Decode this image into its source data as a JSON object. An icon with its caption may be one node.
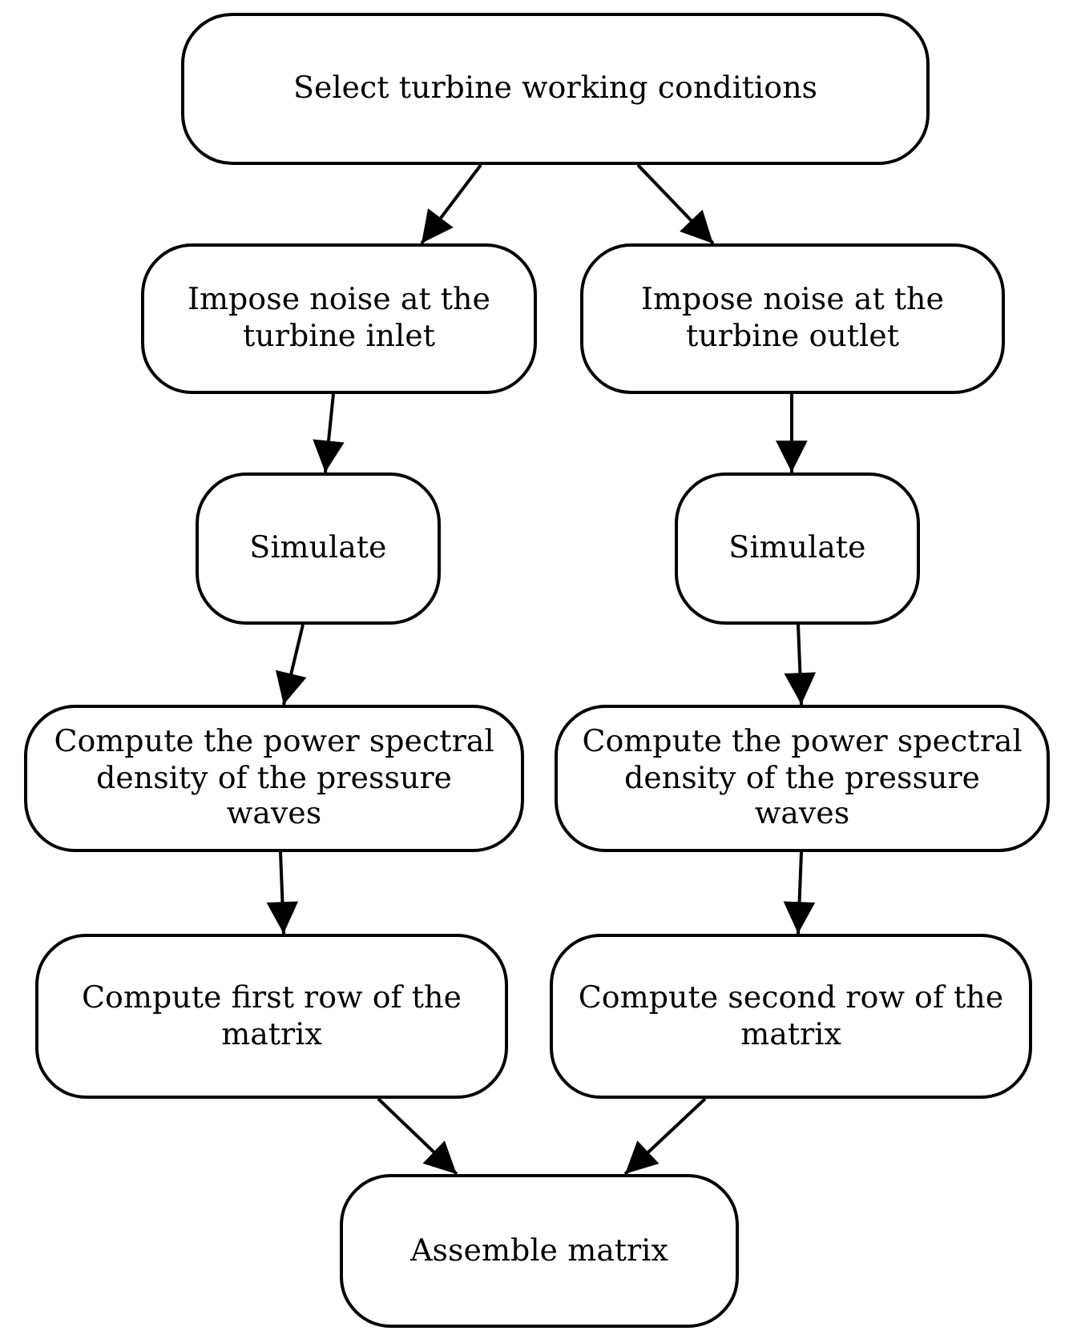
{
  "diagram": {
    "nodes": [
      {
        "text": [
          "Select turbine working conditions"
        ]
      },
      {
        "text": [
          "Impose noise at the turbine inlet"
        ]
      },
      {
        "text": [
          "Impose noise at the turbine outlet"
        ]
      },
      {
        "text": [
          "Simulate"
        ]
      },
      {
        "text": [
          "Simulate"
        ]
      },
      {
        "text": [
          "Compute the power spectral density of the pressure waves"
        ]
      },
      {
        "text": [
          "Compute the power spectral density of the pressure waves"
        ]
      },
      {
        "text": [
          "Compute first row of the matrix"
        ]
      },
      {
        "text": [
          "Compute second row of the matrix"
        ]
      },
      {
        "text": [
          "Assemble matrix"
        ]
      }
    ],
    "edges": [
      {
        "from": 0,
        "to": 1,
        "arrow": "to"
      },
      {
        "from": 0,
        "to": 2,
        "arrow": "to"
      },
      {
        "from": 1,
        "to": 3,
        "arrow": "to"
      },
      {
        "from": 2,
        "to": 4,
        "arrow": "to"
      },
      {
        "from": 3,
        "to": 5,
        "arrow": "to"
      },
      {
        "from": 4,
        "to": 6,
        "arrow": "to"
      },
      {
        "from": 5,
        "to": 7,
        "arrow": "to"
      },
      {
        "from": 6,
        "to": 8,
        "arrow": "to"
      },
      {
        "from": 7,
        "to": 9,
        "arrow": "to"
      },
      {
        "from": 8,
        "to": 9,
        "arrow": "to"
      }
    ]
  }
}
